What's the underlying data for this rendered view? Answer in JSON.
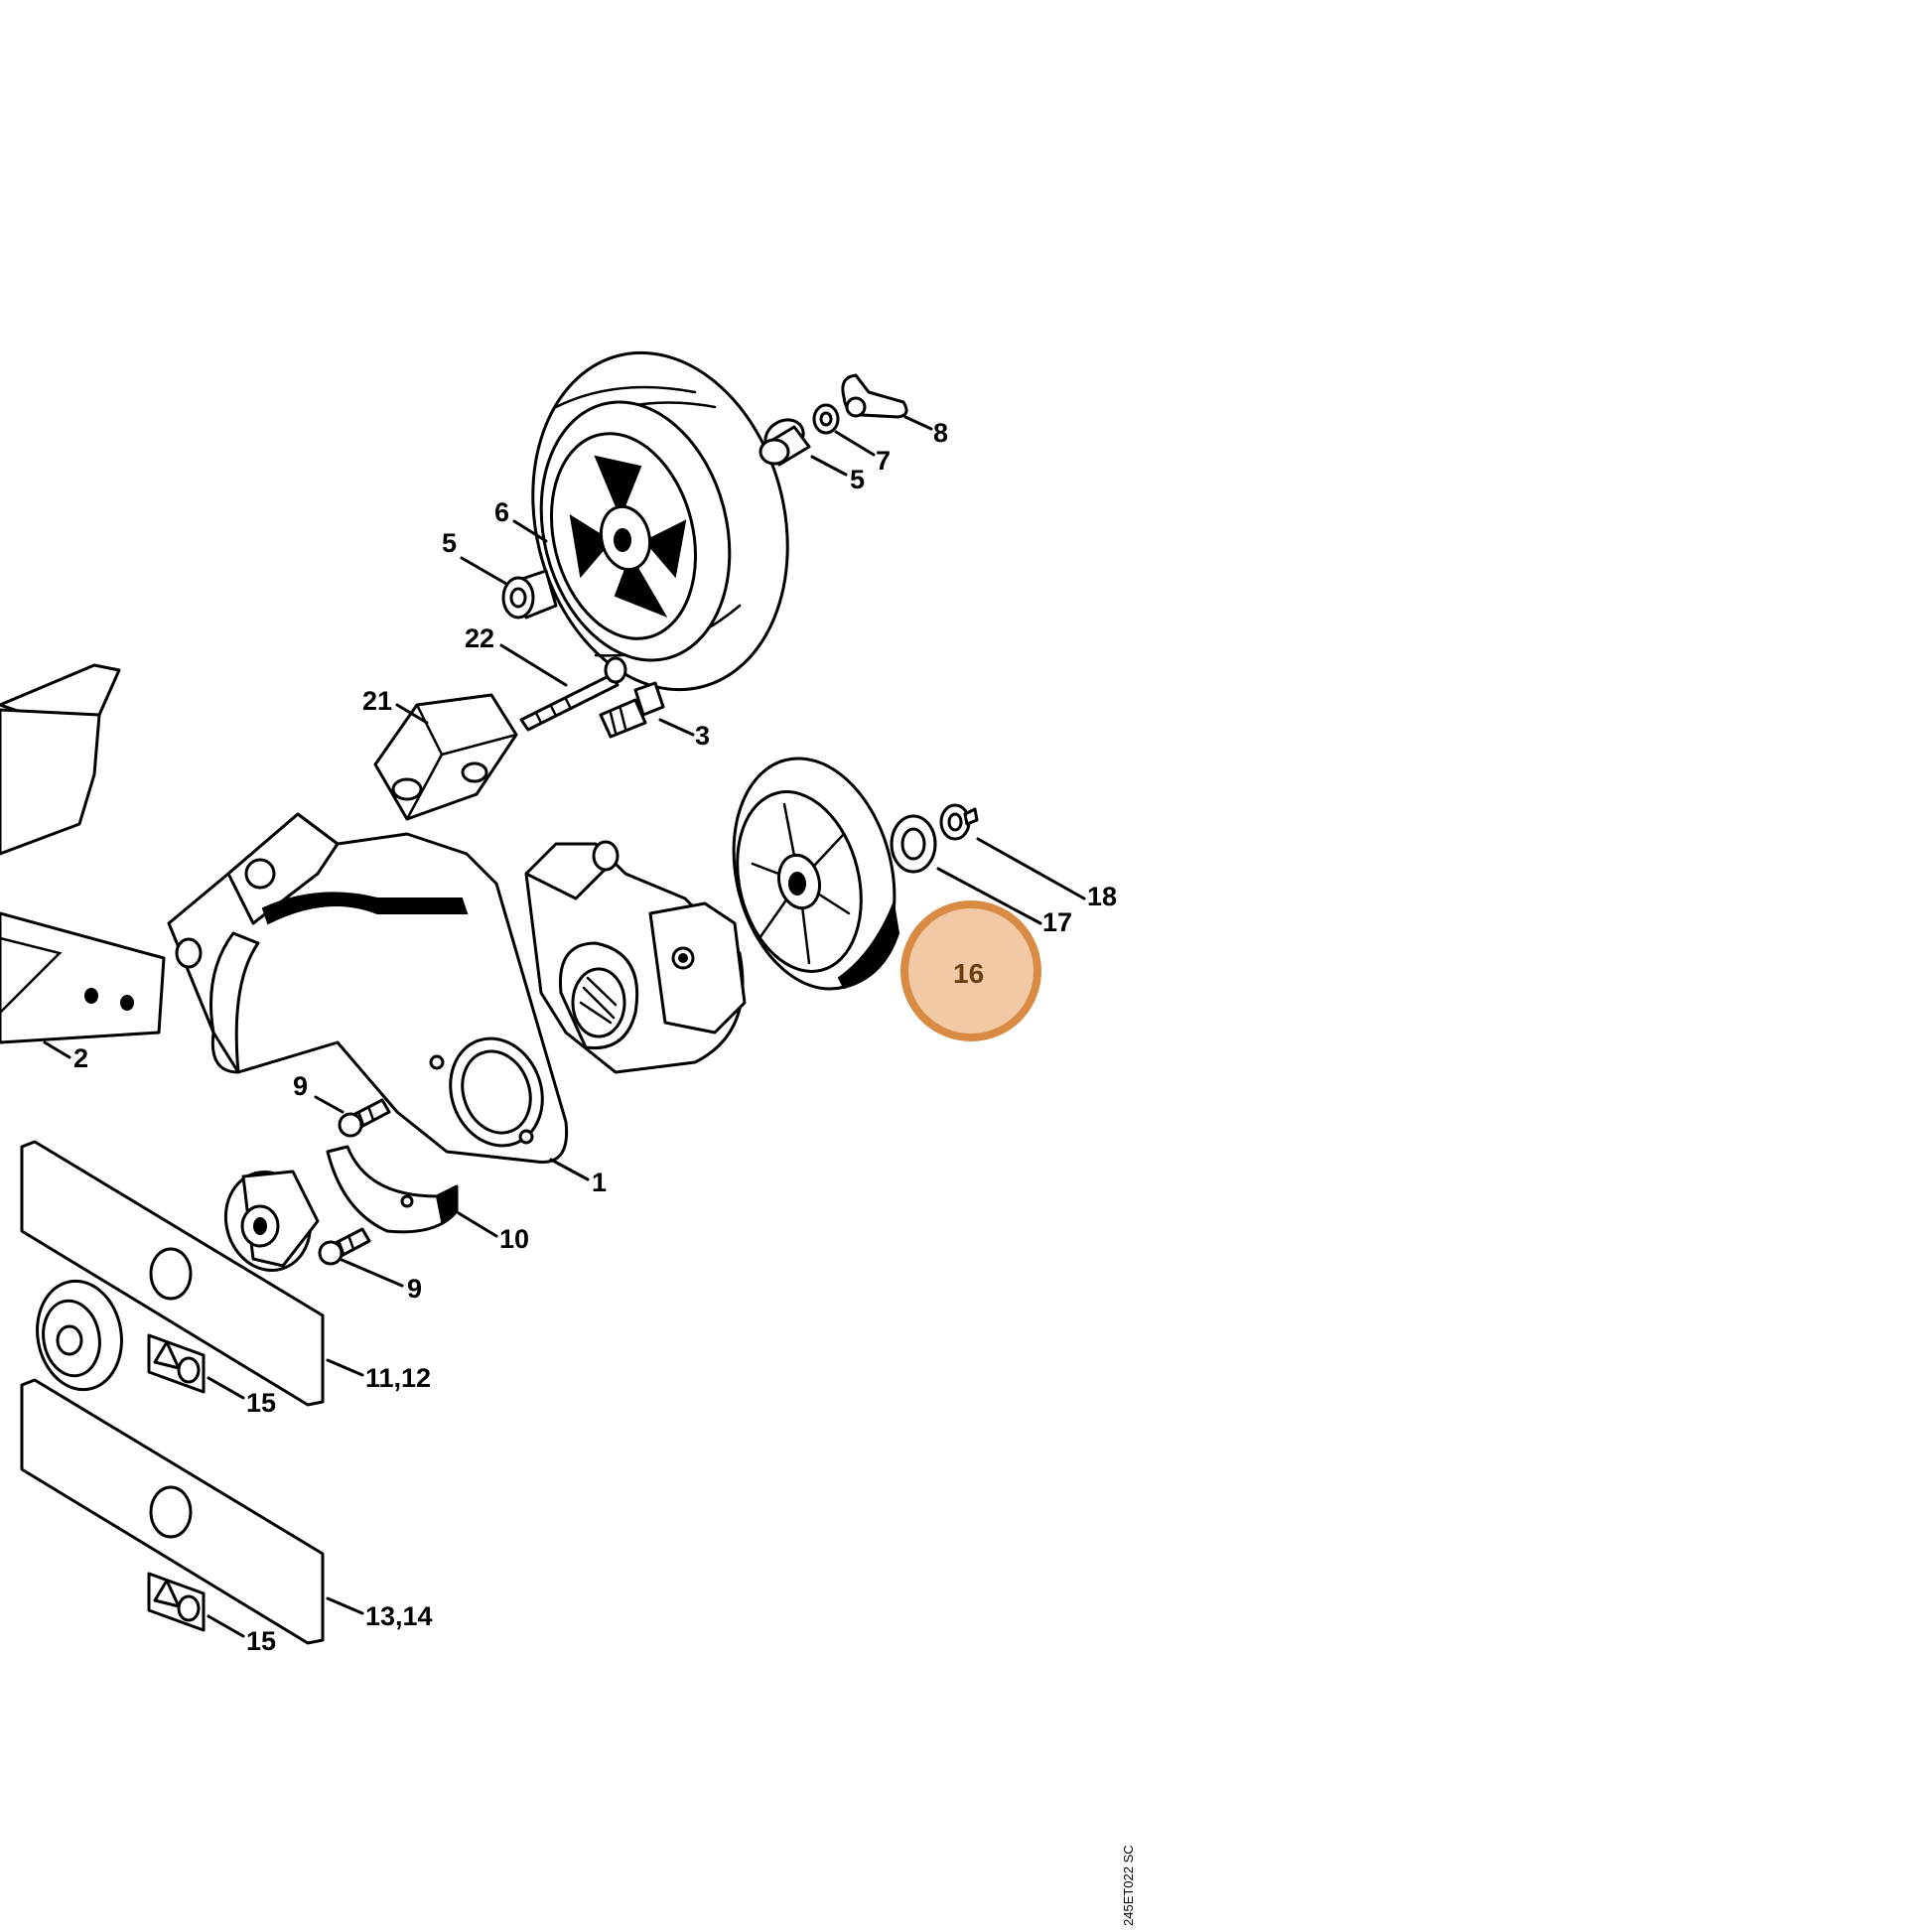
{
  "callouts": [
    {
      "id": "c8",
      "label": "8"
    },
    {
      "id": "c7",
      "label": "7"
    },
    {
      "id": "c5a",
      "label": "5"
    },
    {
      "id": "c6",
      "label": "6"
    },
    {
      "id": "c5b",
      "label": "5"
    },
    {
      "id": "c22",
      "label": "22"
    },
    {
      "id": "c21",
      "label": "21"
    },
    {
      "id": "c3",
      "label": "3"
    },
    {
      "id": "c18",
      "label": "18"
    },
    {
      "id": "c17",
      "label": "17"
    },
    {
      "id": "c16",
      "label": "16"
    },
    {
      "id": "c2",
      "label": "2"
    },
    {
      "id": "c9a",
      "label": "9"
    },
    {
      "id": "c1",
      "label": "1"
    },
    {
      "id": "c10",
      "label": "10"
    },
    {
      "id": "c9b",
      "label": "9"
    },
    {
      "id": "c1112",
      "label": "11,12"
    },
    {
      "id": "c15a",
      "label": "15"
    },
    {
      "id": "c1314",
      "label": "13,14"
    },
    {
      "id": "c15b",
      "label": "15"
    }
  ],
  "highlight": {
    "label": "16",
    "color": "#f1c9a5",
    "border_color": "#d98a43"
  },
  "drawing_code": "245ET022 SC"
}
